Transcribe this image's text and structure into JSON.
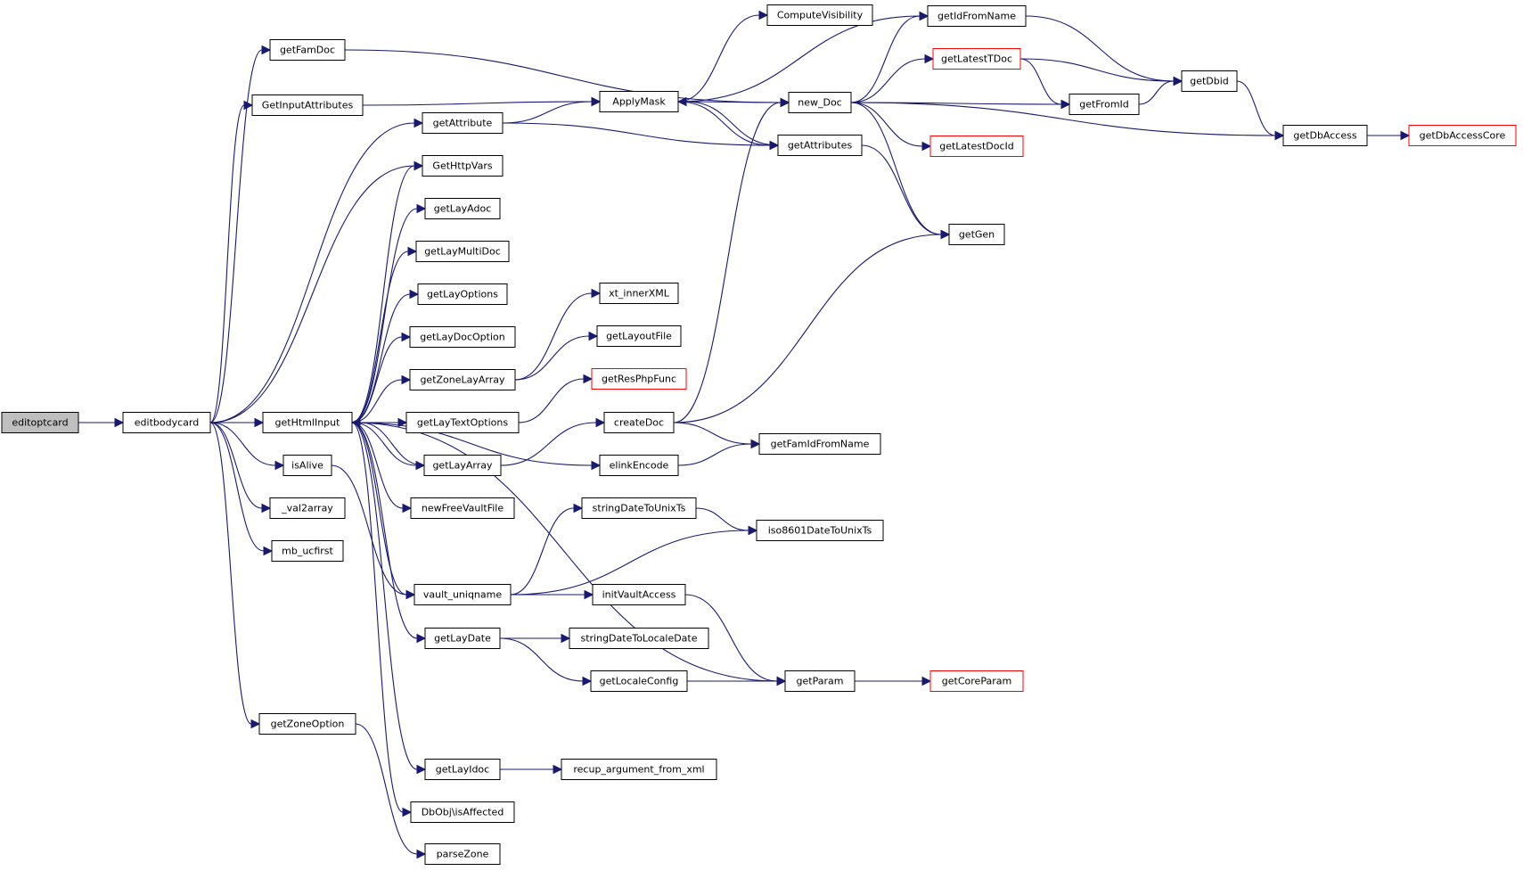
{
  "graph": {
    "colors": {
      "edge": "#191970",
      "border": "#000000",
      "border_truncated": "#ff0000",
      "current_fill": "#bfbfbf",
      "fill": "#ffffff"
    },
    "nodes": [
      {
        "id": "editoptcard",
        "label": "editoptcard",
        "current": true
      },
      {
        "id": "editbodycard",
        "label": "editbodycard"
      },
      {
        "id": "getFamDoc",
        "label": "getFamDoc"
      },
      {
        "id": "GetInputAttributes",
        "label": "GetInputAttributes"
      },
      {
        "id": "getAttribute",
        "label": "getAttribute"
      },
      {
        "id": "GetHttpVars",
        "label": "GetHttpVars"
      },
      {
        "id": "getHtmlInput",
        "label": "getHtmlInput"
      },
      {
        "id": "isAlive",
        "label": "isAlive"
      },
      {
        "id": "_val2array",
        "label": "_val2array"
      },
      {
        "id": "mb_ucfirst",
        "label": "mb_ucfirst"
      },
      {
        "id": "getZoneOption",
        "label": "getZoneOption"
      },
      {
        "id": "getLayAdoc",
        "label": "getLayAdoc"
      },
      {
        "id": "getLayMultiDoc",
        "label": "getLayMultiDoc"
      },
      {
        "id": "getLayOptions",
        "label": "getLayOptions"
      },
      {
        "id": "getLayDocOption",
        "label": "getLayDocOption"
      },
      {
        "id": "getZoneLayArray",
        "label": "getZoneLayArray"
      },
      {
        "id": "getLayTextOptions",
        "label": "getLayTextOptions"
      },
      {
        "id": "getLayArray",
        "label": "getLayArray"
      },
      {
        "id": "newFreeVaultFile",
        "label": "newFreeVaultFile"
      },
      {
        "id": "vault_uniqname",
        "label": "vault_uniqname"
      },
      {
        "id": "getLayDate",
        "label": "getLayDate"
      },
      {
        "id": "getLayIdoc",
        "label": "getLayIdoc"
      },
      {
        "id": "isAffected",
        "label": "DbObj\\isAffected"
      },
      {
        "id": "parseZone",
        "label": "parseZone"
      },
      {
        "id": "ApplyMask",
        "label": "ApplyMask"
      },
      {
        "id": "ComputeVisibility",
        "label": "ComputeVisibility"
      },
      {
        "id": "new_Doc",
        "label": "new_Doc"
      },
      {
        "id": "getAttributes",
        "label": "getAttributes"
      },
      {
        "id": "xt_innerXML",
        "label": "xt_innerXML"
      },
      {
        "id": "getLayoutFile",
        "label": "getLayoutFile"
      },
      {
        "id": "getResPhpFunc",
        "label": "getResPhpFunc",
        "truncated": true
      },
      {
        "id": "createDoc",
        "label": "createDoc"
      },
      {
        "id": "elinkEncode",
        "label": "elinkEncode"
      },
      {
        "id": "stringDateToUnixTs",
        "label": "stringDateToUnixTs"
      },
      {
        "id": "initVaultAccess",
        "label": "initVaultAccess"
      },
      {
        "id": "stringDateToLocaleDate",
        "label": "stringDateToLocaleDate"
      },
      {
        "id": "getLocaleConfig",
        "label": "getLocaleConfig"
      },
      {
        "id": "recup_argument_from_xml",
        "label": "recup_argument_from_xml"
      },
      {
        "id": "getIdFromName",
        "label": "getIdFromName"
      },
      {
        "id": "getLatestTDoc",
        "label": "getLatestTDoc",
        "truncated": true
      },
      {
        "id": "getLatestDocId",
        "label": "getLatestDocId",
        "truncated": true
      },
      {
        "id": "getGen",
        "label": "getGen"
      },
      {
        "id": "getFamIdFromName",
        "label": "getFamIdFromName"
      },
      {
        "id": "iso8601DateToUnixTs",
        "label": "iso8601DateToUnixTs"
      },
      {
        "id": "getParam",
        "label": "getParam"
      },
      {
        "id": "getFromId",
        "label": "getFromId"
      },
      {
        "id": "getDbid",
        "label": "getDbid"
      },
      {
        "id": "getCoreParam",
        "label": "getCoreParam",
        "truncated": true
      },
      {
        "id": "getDbAccess",
        "label": "getDbAccess"
      },
      {
        "id": "getDbAccessCore",
        "label": "getDbAccessCore",
        "truncated": true
      }
    ],
    "edges": [
      [
        "editoptcard",
        "editbodycard"
      ],
      [
        "editbodycard",
        "getFamDoc"
      ],
      [
        "editbodycard",
        "GetInputAttributes"
      ],
      [
        "editbodycard",
        "getAttribute"
      ],
      [
        "editbodycard",
        "GetHttpVars"
      ],
      [
        "editbodycard",
        "getHtmlInput"
      ],
      [
        "editbodycard",
        "isAlive"
      ],
      [
        "editbodycard",
        "_val2array"
      ],
      [
        "editbodycard",
        "mb_ucfirst"
      ],
      [
        "editbodycard",
        "getZoneOption"
      ],
      [
        "getFamDoc",
        "new_Doc"
      ],
      [
        "GetInputAttributes",
        "ApplyMask"
      ],
      [
        "getAttribute",
        "ApplyMask"
      ],
      [
        "getAttribute",
        "getAttributes"
      ],
      [
        "getHtmlInput",
        "GetHttpVars"
      ],
      [
        "getHtmlInput",
        "getLayAdoc"
      ],
      [
        "getHtmlInput",
        "getLayMultiDoc"
      ],
      [
        "getHtmlInput",
        "getLayOptions"
      ],
      [
        "getHtmlInput",
        "getLayDocOption"
      ],
      [
        "getHtmlInput",
        "getZoneLayArray"
      ],
      [
        "getHtmlInput",
        "getLayTextOptions"
      ],
      [
        "getHtmlInput",
        "getLayArray"
      ],
      [
        "getHtmlInput",
        "newFreeVaultFile"
      ],
      [
        "getHtmlInput",
        "vault_uniqname"
      ],
      [
        "getHtmlInput",
        "getLayDate"
      ],
      [
        "getHtmlInput",
        "getLayIdoc"
      ],
      [
        "getHtmlInput",
        "isAffected"
      ],
      [
        "getHtmlInput",
        "elinkEncode"
      ],
      [
        "getHtmlInput",
        "getParam"
      ],
      [
        "getLayArray",
        "getHtmlInput"
      ],
      [
        "getLayArray",
        "createDoc"
      ],
      [
        "isAlive",
        "vault_uniqname"
      ],
      [
        "getZoneOption",
        "parseZone"
      ],
      [
        "getZoneLayArray",
        "xt_innerXML"
      ],
      [
        "getZoneLayArray",
        "getLayoutFile"
      ],
      [
        "getLayTextOptions",
        "getResPhpFunc"
      ],
      [
        "vault_uniqname",
        "stringDateToUnixTs"
      ],
      [
        "vault_uniqname",
        "iso8601DateToUnixTs"
      ],
      [
        "vault_uniqname",
        "initVaultAccess"
      ],
      [
        "getLayDate",
        "stringDateToLocaleDate"
      ],
      [
        "getLayDate",
        "getLocaleConfig"
      ],
      [
        "getLayIdoc",
        "recup_argument_from_xml"
      ],
      [
        "ApplyMask",
        "ComputeVisibility"
      ],
      [
        "ApplyMask",
        "getIdFromName"
      ],
      [
        "ApplyMask",
        "new_Doc"
      ],
      [
        "ApplyMask",
        "getAttributes"
      ],
      [
        "getAttributes",
        "ApplyMask"
      ],
      [
        "getAttributes",
        "getGen"
      ],
      [
        "new_Doc",
        "getIdFromName"
      ],
      [
        "new_Doc",
        "getLatestTDoc"
      ],
      [
        "new_Doc",
        "getFromId"
      ],
      [
        "new_Doc",
        "getLatestDocId"
      ],
      [
        "new_Doc",
        "getGen"
      ],
      [
        "new_Doc",
        "getDbAccess"
      ],
      [
        "createDoc",
        "new_Doc"
      ],
      [
        "createDoc",
        "getFamIdFromName"
      ],
      [
        "createDoc",
        "getGen"
      ],
      [
        "elinkEncode",
        "getFamIdFromName"
      ],
      [
        "stringDateToUnixTs",
        "iso8601DateToUnixTs"
      ],
      [
        "initVaultAccess",
        "getParam"
      ],
      [
        "getLocaleConfig",
        "getParam"
      ],
      [
        "getParam",
        "getCoreParam"
      ],
      [
        "getIdFromName",
        "getDbid"
      ],
      [
        "getLatestTDoc",
        "getDbid"
      ],
      [
        "getLatestTDoc",
        "getFromId"
      ],
      [
        "getFromId",
        "getDbid"
      ],
      [
        "getDbid",
        "getDbAccess"
      ],
      [
        "getDbAccess",
        "getDbAccessCore"
      ]
    ]
  }
}
